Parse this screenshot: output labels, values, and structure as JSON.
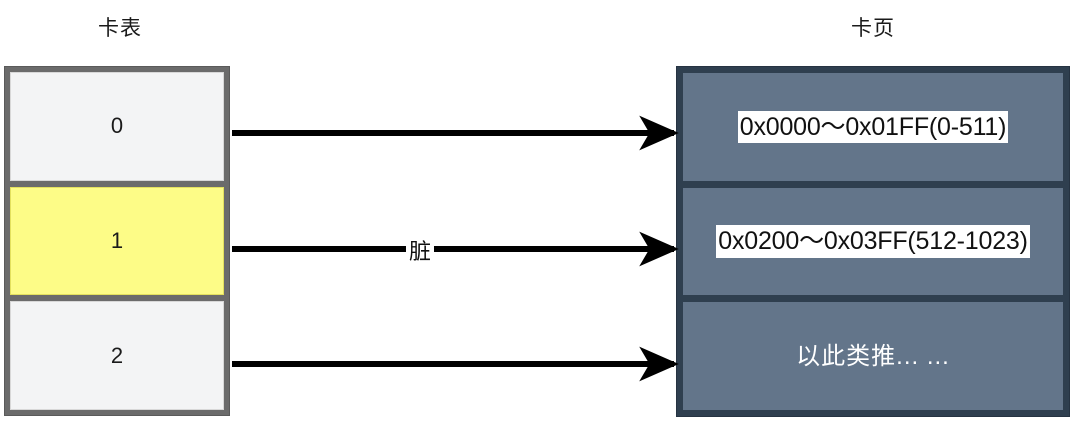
{
  "diagram": {
    "title_left": "卡表",
    "title_right": "卡页",
    "card_table": {
      "label": "卡表",
      "cells": [
        {
          "value": "0",
          "state": "clean",
          "color": "#f3f4f5"
        },
        {
          "value": "1",
          "state": "dirty",
          "color": "#fdfc87"
        },
        {
          "value": "2",
          "state": "clean",
          "color": "#f3f4f5"
        }
      ]
    },
    "card_pages": {
      "label": "卡页",
      "cells": [
        {
          "value": "0x0000～0x01FF(0-511)",
          "highlight": true
        },
        {
          "value": "0x0200～0x03FF(512-1023)",
          "highlight": true
        },
        {
          "value": "以此类推... ...",
          "highlight": false
        }
      ]
    },
    "arrows": [
      {
        "from": "card-cell-0",
        "to": "page-cell-0",
        "label": ""
      },
      {
        "from": "card-cell-1",
        "to": "page-cell-1",
        "label": "脏"
      },
      {
        "from": "card-cell-2",
        "to": "page-cell-2",
        "label": ""
      }
    ],
    "arrow_labels": {
      "dirty": "脏"
    },
    "colors": {
      "table_border": "#6b6b6b",
      "cell_clean": "#f3f4f5",
      "cell_dirty": "#fdfc87",
      "page_panel": "#2f3f4f",
      "page_cell": "#63758a",
      "arrow": "#000000",
      "text": "#1a1a1a"
    }
  }
}
